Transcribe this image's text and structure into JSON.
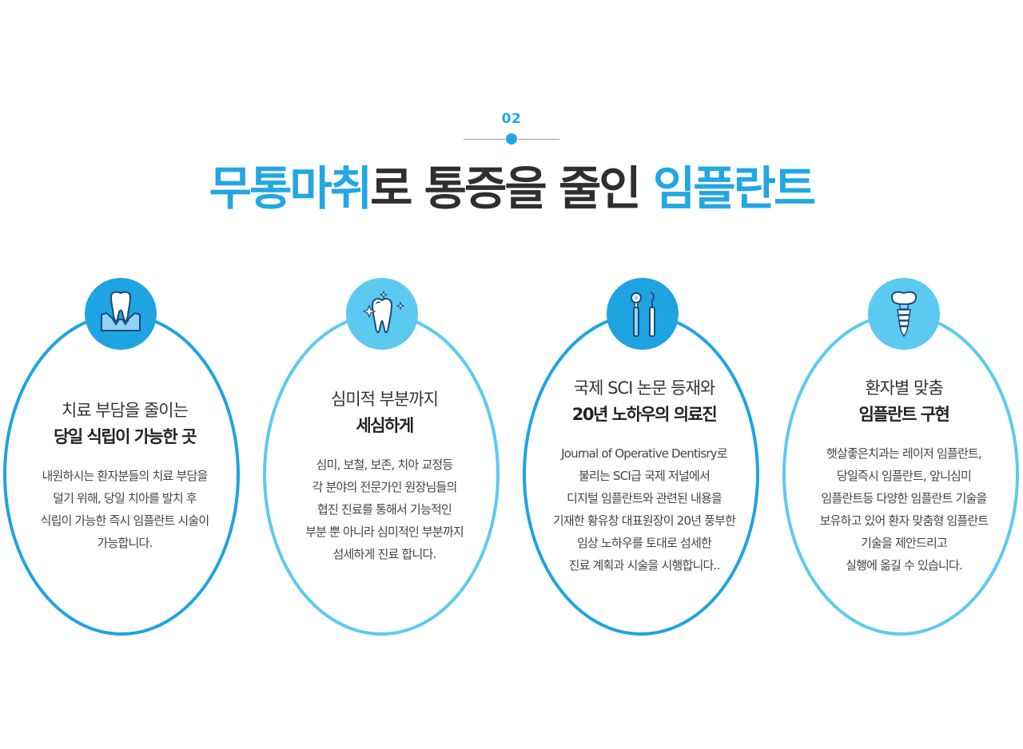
{
  "section": {
    "number": "02",
    "headline_part1": "무통마취",
    "headline_part2": "로 통증을 줄인 ",
    "headline_part3": "임플란트"
  },
  "cards": [
    {
      "icon": "gum-tooth-icon",
      "title_line1": "치료 부담을 줄이는",
      "title_line2": "당일 식립이 가능한 곳",
      "description": "내원하시는 환자분들의 치료 부담을\n덜기 위해,  당일 치아를 발치 후\n식립이 가능한 즉시 임플란트 시술이\n가능합니다."
    },
    {
      "icon": "sparkle-tooth-icon",
      "title_line1": "심미적 부분까지",
      "title_line2": "세심하게",
      "description": "심미, 보철, 보존, 치아 교정등\n각 분야의 전문가인 원장님들의\n협진 진료를 통해서 기능적인\n부분 뿐 아니라 심미적인 부분까지\n섬세하게 진료 합니다."
    },
    {
      "icon": "dental-tools-icon",
      "title_line1": "국제 SCI 논문 등재와",
      "title_line2": "20년 노하우의 의료진",
      "description": "Journal of Operative Dentisry로\n불리는 SCI급 국제 저널에서\n디지털 임플란트와 관련된 내용을\n기재한 황유창 대표원장이 20년 풍부한\n임상 노하우를 토대로 섬세한\n진료 계획과 시술을 시행합니다.."
    },
    {
      "icon": "implant-icon",
      "title_line1": "환자별 맞춤",
      "title_line2": "임플란트 구현",
      "description": "햇살좋은치과는 레이저 임플란트,\n당일즉시 임플란트, 앞니심미\n임플란트등 다양한 임플란트 기술을\n보유하고 있어 환자 맞춤형 임플란트\n기술을 제안드리고\n실행에 옮길 수 있습니다."
    }
  ],
  "colors": {
    "accent": "#22a7e2",
    "accent_light": "#5ccaf0",
    "text": "#333333"
  }
}
